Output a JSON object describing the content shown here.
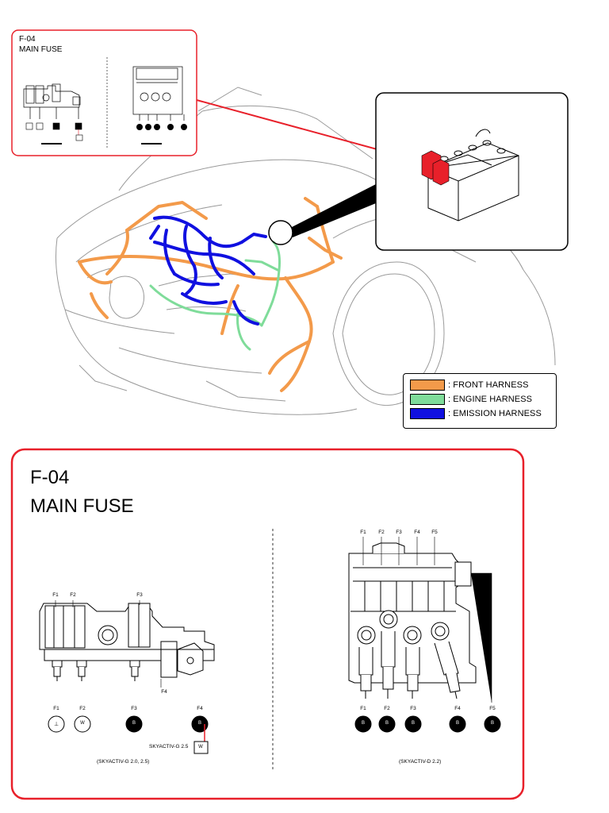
{
  "inset": {
    "code": "F-04",
    "title": "MAIN FUSE"
  },
  "panel": {
    "code": "F-04",
    "title": "MAIN FUSE",
    "left_diagram": {
      "top_fuses": [
        "F1",
        "F2",
        "F3"
      ],
      "side_fuse": "F4",
      "bottom_fuses": [
        "F1",
        "F2",
        "F3",
        "F4"
      ],
      "terminals": [
        "⊥",
        "W",
        "B",
        "B"
      ],
      "variant_note": "SKYACTIV-G 2.5",
      "variant_note_terminal": "W",
      "caption": "(SKYACTIV-G 2.0, 2.5)"
    },
    "right_diagram": {
      "top_fuses": [
        "F1",
        "F2",
        "F3",
        "F4",
        "F5"
      ],
      "bottom_fuses": [
        "F1",
        "F2",
        "F3",
        "F4",
        "F5"
      ],
      "terminals": [
        "B",
        "B",
        "B",
        "B",
        "B"
      ],
      "caption": "(SKYACTIV-D 2.2)"
    }
  },
  "legend": [
    {
      "label": ": FRONT HARNESS",
      "color": "#f39a4a"
    },
    {
      "label": ": ENGINE HARNESS",
      "color": "#7fdc9a"
    },
    {
      "label": ": EMISSION HARNESS",
      "color": "#1010e0"
    }
  ],
  "colors": {
    "frame_red": "#e8202a",
    "front_harness": "#f39a4a",
    "engine_harness": "#7fdc9a",
    "emission_harness": "#1010e0",
    "fuse_highlight": "#e8202a"
  }
}
